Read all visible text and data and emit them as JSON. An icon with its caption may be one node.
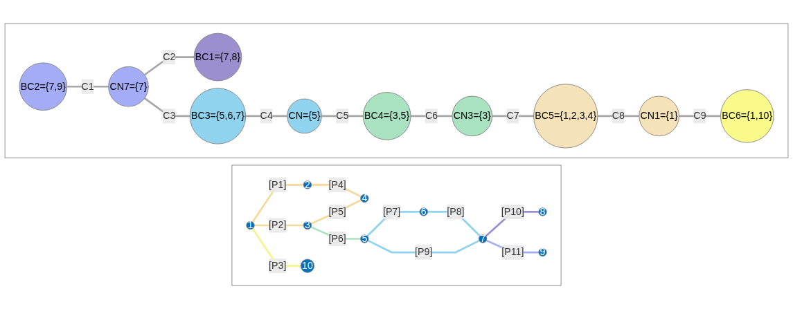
{
  "diagram": {
    "nodes": [
      {
        "text": [],
        "shape": "box"
      },
      {
        "text": [
          "1"
        ],
        "in": 0
      },
      {
        "text": [
          "2"
        ],
        "in": 0
      },
      {
        "text": [
          "3"
        ],
        "in": 0
      },
      {
        "text": [
          "4"
        ],
        "in": 0
      },
      {
        "text": [
          "5"
        ],
        "in": 0
      },
      {
        "text": [
          "6"
        ],
        "in": 0
      },
      {
        "text": [
          "7"
        ],
        "in": 0
      },
      {
        "text": [
          "8"
        ],
        "in": 0
      },
      {
        "text": [
          "9"
        ],
        "in": 0
      },
      {
        "text": [
          "10"
        ],
        "in": 0
      },
      {
        "text": [],
        "shape": "box"
      },
      {
        "text": [
          "BC2={7,9}"
        ],
        "in": 11
      },
      {
        "text": [
          "CN7={7}"
        ],
        "in": 11
      },
      {
        "text": [
          "BC1={7,8}"
        ],
        "in": 11
      },
      {
        "text": [
          "BC3={5,6,7}"
        ],
        "in": 11
      },
      {
        "text": [
          "CN={5}"
        ],
        "in": 11
      },
      {
        "text": [
          "BC4={3,5}"
        ],
        "in": 11
      },
      {
        "text": [
          "CN3={3}"
        ],
        "in": 11
      },
      {
        "text": [
          "BC5={1,2,3,4}"
        ],
        "in": 11
      },
      {
        "text": [
          "CN1={1}"
        ],
        "in": 11
      },
      {
        "text": [
          "BC6={1,10}"
        ],
        "in": 11
      }
    ],
    "edges": [
      {
        "from": 1,
        "to": 2,
        "arrow": "none",
        "label": "[P1]",
        "color": "#f5d89a"
      },
      {
        "from": 1,
        "to": 3,
        "arrow": "none",
        "label": "[P2]",
        "color": "#f5d89a"
      },
      {
        "from": 1,
        "to": 10,
        "arrow": "none",
        "label": "[P3]",
        "color": "#f5f58a"
      },
      {
        "from": 2,
        "to": 4,
        "arrow": "none",
        "label": "[P4]",
        "color": "#f5d89a"
      },
      {
        "from": 3,
        "to": 4,
        "arrow": "none",
        "label": "[P5]",
        "color": "#f5d89a"
      },
      {
        "from": 3,
        "to": 5,
        "arrow": "none",
        "label": "[P6]",
        "color": "#a8e2c0"
      },
      {
        "from": 5,
        "to": 6,
        "arrow": "none",
        "label": "[P7]",
        "color": "#8fd3ee"
      },
      {
        "from": 6,
        "to": 7,
        "arrow": "none",
        "label": "[P8]",
        "color": "#8fd3ee"
      },
      {
        "from": 5,
        "to": 7,
        "arrow": "none",
        "label": "[P9]",
        "color": "#8fd3ee"
      },
      {
        "from": 7,
        "to": 8,
        "arrow": "none",
        "label": "[P10]",
        "color": "#9b8fd0"
      },
      {
        "from": 7,
        "to": 9,
        "arrow": "none",
        "label": "[P11]",
        "color": "#a3acf5"
      },
      {
        "from": 12,
        "to": 13,
        "arrow": "none",
        "label": "C1",
        "color": "#a6a6a6"
      },
      {
        "from": 13,
        "to": 14,
        "arrow": "none",
        "label": "C2",
        "color": "#a6a6a6"
      },
      {
        "from": 13,
        "to": 15,
        "arrow": "none",
        "label": "C3",
        "color": "#a6a6a6"
      },
      {
        "from": 15,
        "to": 16,
        "arrow": "none",
        "label": "C4",
        "color": "#a6a6a6"
      },
      {
        "from": 16,
        "to": 17,
        "arrow": "none",
        "label": "C5",
        "color": "#a6a6a6"
      },
      {
        "from": 17,
        "to": 18,
        "arrow": "none",
        "label": "C6",
        "color": "#a6a6a6"
      },
      {
        "from": 18,
        "to": 19,
        "arrow": "none",
        "label": "C7",
        "color": "#a6a6a6"
      },
      {
        "from": 19,
        "to": 20,
        "arrow": "none",
        "label": "C8",
        "color": "#a6a6a6"
      },
      {
        "from": 20,
        "to": 21,
        "arrow": "none",
        "label": "C9",
        "color": "#a6a6a6"
      }
    ]
  }
}
